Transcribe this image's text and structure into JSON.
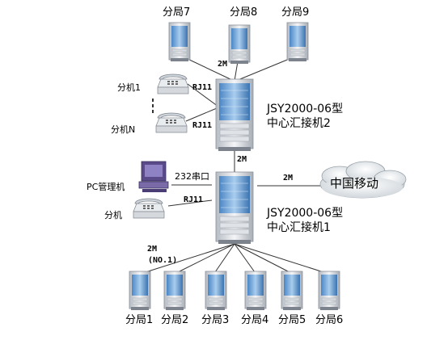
{
  "branches_top": [
    "分局7",
    "分局8",
    "分局9"
  ],
  "branches_bottom": [
    "分局1",
    "分局2",
    "分局3",
    "分局4",
    "分局5",
    "分局6"
  ],
  "switch2": {
    "model": "JSY2000-06型",
    "name": "中心汇接机2"
  },
  "switch1": {
    "model": "JSY2000-06型",
    "name": "中心汇接机1"
  },
  "phones": {
    "ext1": "分机1",
    "extN": "分机N",
    "ext": "分机"
  },
  "pc": {
    "label": "PC管理机",
    "port": "232串口"
  },
  "links": {
    "rj11_top": "RJ11",
    "rj11_mid": "RJ11",
    "rj11_low": "RJ11",
    "e1_top": "2M",
    "e1_mid": "2M",
    "e1_mobile": "2M",
    "e1_bottom": "2M",
    "no1": "(NO.1)"
  },
  "cloud": {
    "label": "中国移动"
  },
  "colors": {
    "cabinet_glass": "#6fa8dc",
    "cabinet_frame": "#c8ccd2",
    "cloud_fill": "#e8ecef"
  }
}
